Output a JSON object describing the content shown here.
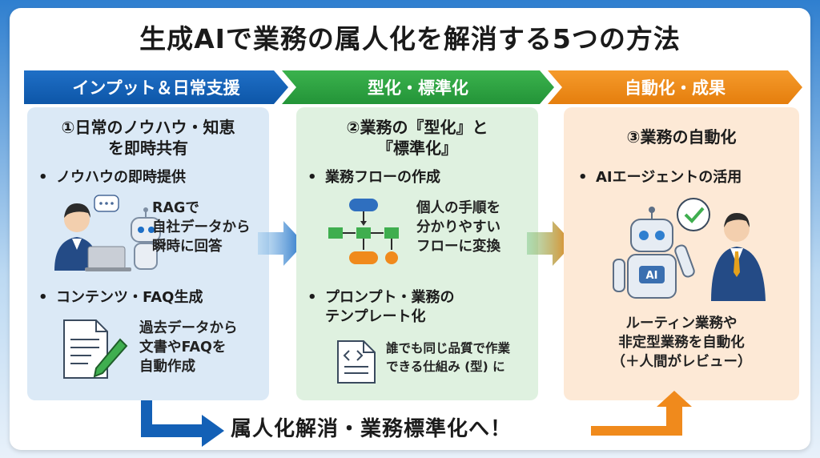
{
  "title": "生成AIで業務の属人化を解消する5つの方法",
  "steps": [
    {
      "header": "インプット＆日常支援",
      "card_title_line1": "①日常のノウハウ・知恵",
      "card_title_line2": "を即時共有",
      "bullets": [
        {
          "label": "ノウハウの即時提供",
          "desc": [
            "RAGで",
            "自社データから",
            "瞬時に回答"
          ]
        },
        {
          "label": "コンテンツ・FAQ生成",
          "desc": [
            "過去データから",
            "文書やFAQを",
            "自動作成"
          ]
        }
      ]
    },
    {
      "header": "型化・標準化",
      "card_title_line1": "②業務の『型化』と",
      "card_title_line2": "『標準化』",
      "bullets": [
        {
          "label": "業務フローの作成",
          "desc": [
            "個人の手順を",
            "分かりやすい",
            "フローに変換"
          ]
        },
        {
          "label_line1": "プロンプト・業務の",
          "label_line2": "テンプレート化",
          "desc": [
            "誰でも同じ品質で作業",
            "できる仕組み (型) に"
          ]
        }
      ]
    },
    {
      "header": "自動化・成果",
      "card_title_line1": "③業務の自動化",
      "bullets": [
        {
          "label": "AIエージェントの活用",
          "desc": [
            "ルーティン業務や",
            "非定型業務を自動化",
            "（＋人間がレビュー）"
          ]
        }
      ]
    }
  ],
  "robot_badge": "AI",
  "bottom_message": "属人化解消・業務標準化へ！",
  "colors": {
    "blue": "#0d56a8",
    "green": "#239438",
    "orange": "#e57e0d"
  }
}
